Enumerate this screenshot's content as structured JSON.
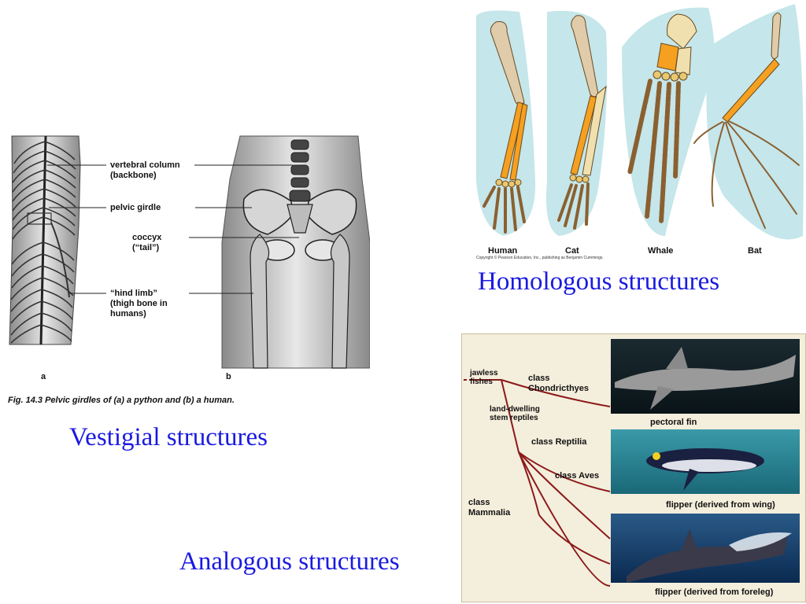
{
  "vestigial": {
    "labels": {
      "vertebral": "vertebral column",
      "backbone": "(backbone)",
      "pelvic": "pelvic girdle",
      "coccyx": "coccyx",
      "tail": "(“tail”)",
      "hindlimb": "“hind limb”",
      "thigh1": "(thigh bone in",
      "thigh2": "humans)"
    },
    "panel_a": "a",
    "panel_b": "b",
    "figure_caption": "Fig. 14.3  Pelvic girdles of (a) a python and (b) a human.",
    "caption": "Vestigial structures"
  },
  "homologous": {
    "animals": [
      "Human",
      "Cat",
      "Whale",
      "Bat"
    ],
    "copyright": "Copyright © Pearson Education, Inc., publishing as Benjamin Cummings.",
    "caption": "Homologous structures"
  },
  "analogous": {
    "tree_labels": {
      "jawless1": "jawless",
      "jawless2": "fishes",
      "chond1": "class",
      "chond2": "Chondricthyes",
      "stem1": "land-dwelling",
      "stem2": "stem reptiles",
      "reptilia": "class Reptilia",
      "aves": "class Aves",
      "mam1": "class",
      "mam2": "Mammalia"
    },
    "photo_captions": {
      "shark": "pectoral fin",
      "penguin": "flipper (derived from wing)",
      "dolphin": "flipper (derived from foreleg)"
    },
    "caption": "Analogous structures"
  },
  "colors": {
    "caption": "#1a1ae0",
    "bone_orange": "#f5a020",
    "bone_brown": "#a87840",
    "bone_tan": "#e0ccaa",
    "silhouette": "#c5e6ea",
    "tree_branch": "#8b1a1a",
    "analog_bg": "#f4eedc"
  }
}
